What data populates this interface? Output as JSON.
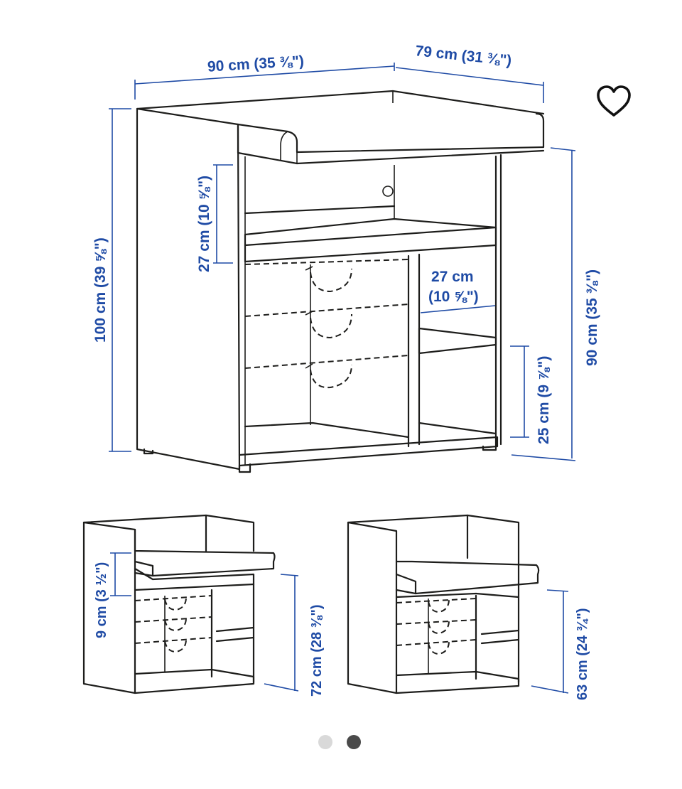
{
  "dimensions": {
    "width_top": "90 cm (35 ⅜\")",
    "depth_top": "79 cm (31 ⅜\")",
    "total_height": "100 cm (39 ⅝\")",
    "table_height": "90 cm (35 ⅜\")",
    "upper_shelf_height": "27 cm (10 ⅝\")",
    "compartment_width_cm": "27 cm",
    "compartment_width_in": "(10 ⅝\")",
    "compartment_height": "25 cm (9 ⅞\")",
    "edge_height": "9 cm (3 ½\")",
    "mid_height": "72 cm (28 ⅜\")",
    "low_height": "63 cm (24 ¾\")"
  },
  "favorite": {
    "icon": "heart-outline-icon"
  },
  "carousel": {
    "total": 2,
    "active_index": 1,
    "colors": {
      "inactive": "#d9d9d9",
      "active": "#4a4a4a"
    }
  },
  "colors": {
    "dimension": "#1f4ba5",
    "line": "#1d1d1b"
  }
}
